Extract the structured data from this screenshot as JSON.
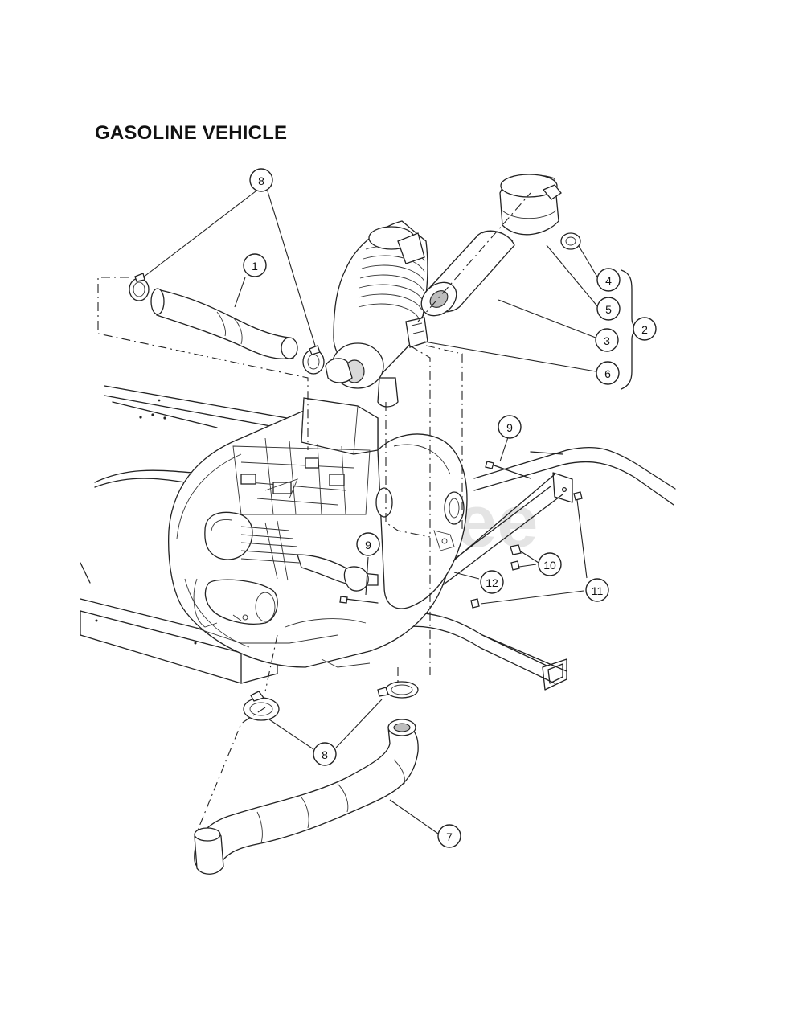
{
  "title": "GASOLINE VEHICLE",
  "watermark": "PartsTree",
  "callouts": {
    "c8_top": "8",
    "c1": "1",
    "c4": "4",
    "c5": "5",
    "c3": "3",
    "c2": "2",
    "c6": "6",
    "c9_right": "9",
    "c9_left": "9",
    "c10": "10",
    "c12": "12",
    "c11": "11",
    "c8_bottom": "8",
    "c7": "7"
  }
}
